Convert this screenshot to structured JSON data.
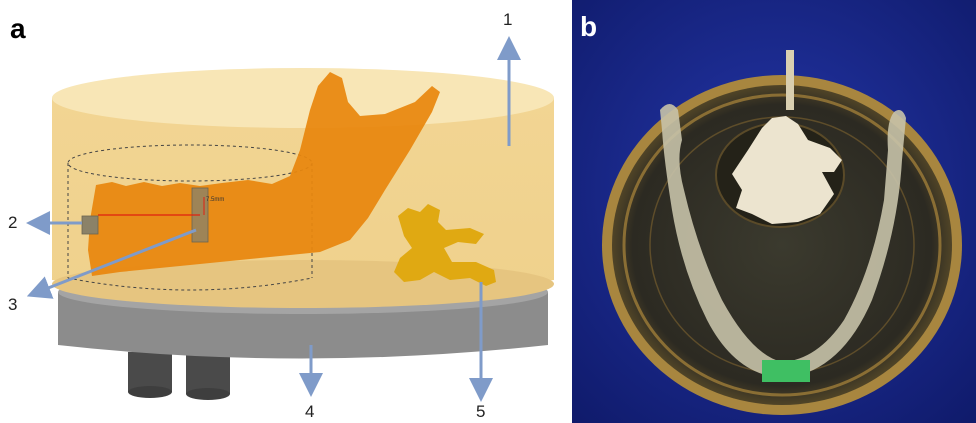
{
  "panels": {
    "a": {
      "letter": "a"
    },
    "b": {
      "letter": "b"
    }
  },
  "callouts": [
    "1",
    "2",
    "3",
    "4",
    "5"
  ],
  "measurement_label": "7.5mm",
  "colors": {
    "resin": "#f3dba0",
    "resin_top": "#f7e3b0",
    "mandible": "#e8860e",
    "vertebra": "#e0a912",
    "platform": "#8a8a8a",
    "arrow": "#7f9bc9",
    "photo_background": "#1a2a8c"
  }
}
